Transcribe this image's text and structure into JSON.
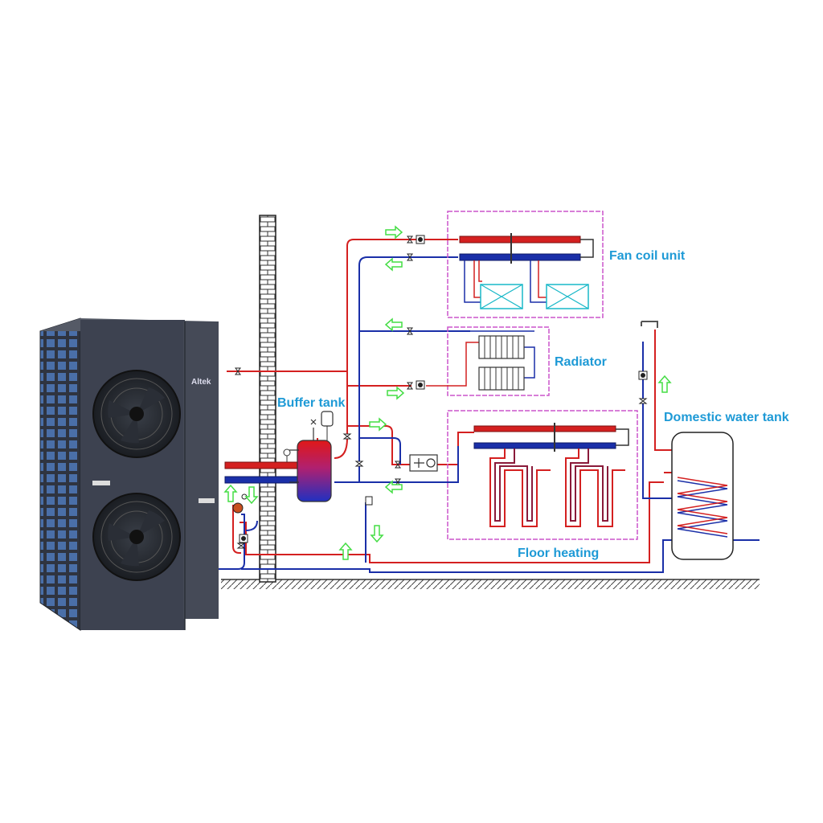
{
  "brand": {
    "logo_text": "Altek"
  },
  "labels": {
    "fan_coil": "Fan coil unit",
    "radiator": "Radiator",
    "buffer_tank": "Buffer tank",
    "domestic_tank": "Domestic water tank",
    "floor_heating": "Floor heating"
  },
  "colors": {
    "hot_pipe": "#d42020",
    "cold_pipe": "#1a2fa8",
    "label": "#1e9ad6",
    "zone_border": "#cc55cc",
    "flow_arrow": "#44dd44",
    "unit_body": "#3d4250"
  }
}
